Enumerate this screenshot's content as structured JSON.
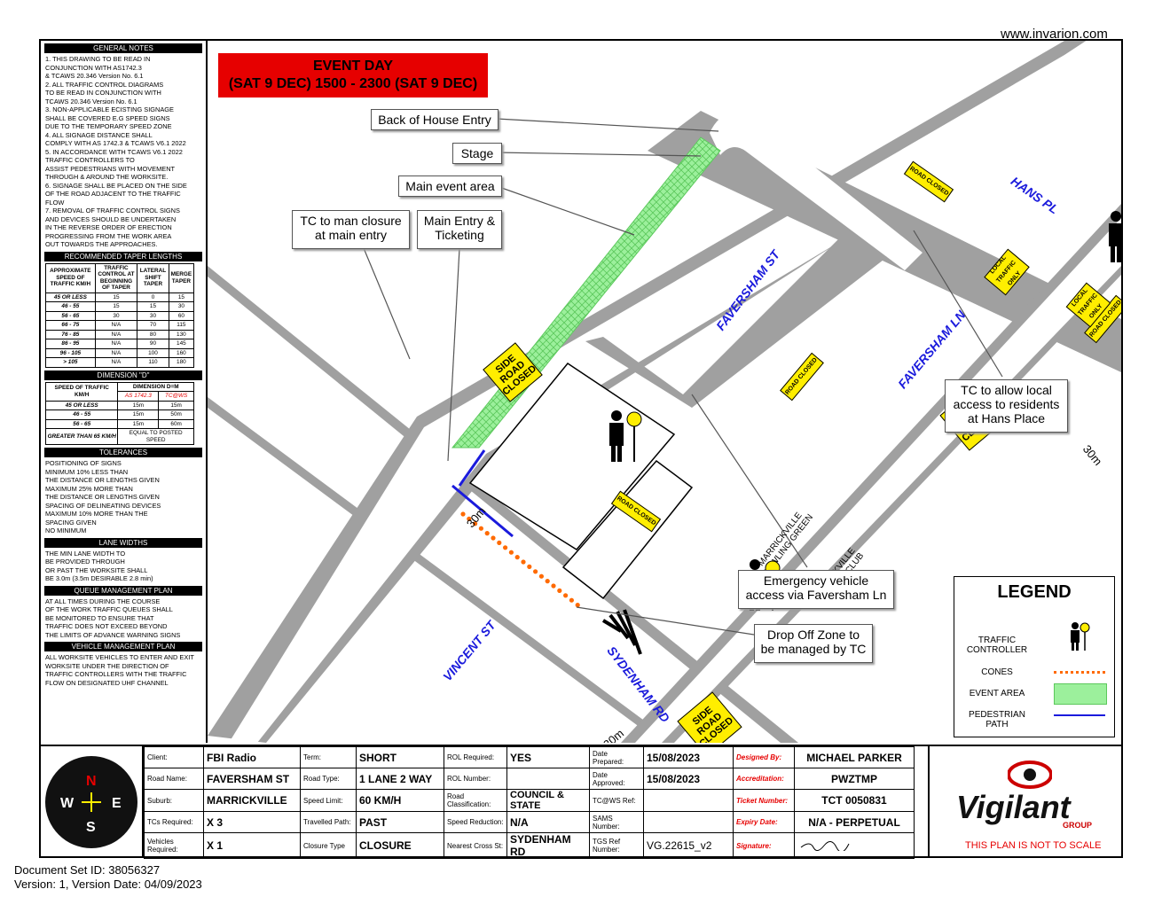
{
  "watermark": "www.invarion.com",
  "doc": {
    "set_id": "Document Set ID: 38056327",
    "version": "Version: 1, Version Date: 04/09/2023"
  },
  "event_banner": {
    "line1": "EVENT DAY",
    "line2": "(SAT 9 DEC) 1500 - 2300 (SAT 9 DEC)"
  },
  "general_notes": {
    "title": "GENERAL NOTES",
    "text": "1. THIS DRAWING TO BE READ IN\nCONJUNCTION WITH AS1742.3\n& TCAWS 20.346 Version No. 6.1\n2. ALL TRAFFIC CONTROL DIAGRAMS\nTO BE READ IN CONJUNCTION WITH\nTCAWS 20.346 Version No. 6.1\n3. NON-APPLICABLE ECISTING SIGNAGE\nSHALL BE COVERED E.G SPEED SIGNS\nDUE TO THE TEMPORARY SPEED ZONE\n4. ALL SIGNAGE DISTANCE SHALL\nCOMPLY WITH AS 1742.3 & TCAWS V6.1 2022\n5. IN ACCORDANCE WITH TCAWS V6.1 2022\nTRAFFIC CONTROLLERS TO\nASSIST PEDESTRIANS WITH MOVEMENT\nTHROUGH & AROUND THE WORKSITE.\n6. SIGNAGE SHALL BE PLACED ON THE SIDE\nOF THE ROAD ADJACENT TO THE TRAFFIC\nFLOW\n7. REMOVAL OF TRAFFIC CONTROL SIGNS\nAND DEVICES SHOULD BE UNDERTAKEN\nIN THE REVERSE ORDER OF ERECTION\nPROGRESSING FROM THE WORK AREA\nOUT TOWARDS THE APPROACHES."
  },
  "taper": {
    "title": "RECOMMENDED TAPER LENGTHS",
    "headers": [
      "APPROXIMATE SPEED OF TRAFFIC KM/H",
      "TRAFFIC CONTROL AT BEGINNING OF TAPER",
      "LATERAL SHIFT TAPER",
      "MERGE TAPER"
    ],
    "rows": [
      [
        "45 OR LESS",
        "15",
        "0",
        "15"
      ],
      [
        "46 - 55",
        "15",
        "15",
        "30"
      ],
      [
        "56 - 65",
        "30",
        "30",
        "60"
      ],
      [
        "66 - 75",
        "N/A",
        "70",
        "115"
      ],
      [
        "76 - 85",
        "N/A",
        "80",
        "130"
      ],
      [
        "86 - 95",
        "N/A",
        "90",
        "145"
      ],
      [
        "96 - 105",
        "N/A",
        "100",
        "160"
      ],
      [
        "> 105",
        "N/A",
        "110",
        "180"
      ]
    ]
  },
  "dimension_d": {
    "title": "DIMENSION \"D\"",
    "h1": "SPEED OF TRAFFIC KM/H",
    "h2": "DIMENSION D=M",
    "h3": "AS 1742.3",
    "h4": "TC@WS",
    "rows": [
      [
        "45 OR LESS",
        "15m",
        "15m"
      ],
      [
        "46 - 55",
        "15m",
        "50m"
      ],
      [
        "56 - 65",
        "15m",
        "60m"
      ]
    ],
    "last_label": "GREATER THAN 65 KM/H",
    "last_value": "EQUAL TO POSTED SPEED"
  },
  "tolerances": {
    "title": "TOLERANCES",
    "text": "POSITIONING OF SIGNS\nMINIMUM 10% LESS THAN\nTHE DISTANCE OR LENGTHS GIVEN\nMAXIMUM 25% MORE THAN\nTHE DISTANCE OR LENGTHS GIVEN\nSPACING OF DELINEATING DEVICES\nMAXIMUM 10% MORE THAN THE\nSPACING GIVEN\nNO MINIMUM"
  },
  "lane_widths": {
    "title": "LANE WIDTHS",
    "text": "THE MIN LANE WIDTH TO\nBE PROVIDED THROUGH\nOR PAST THE WORKSITE SHALL\nBE 3.0m (3.5m DESIRABLE 2.8 min)"
  },
  "queue": {
    "title": "QUEUE MANAGEMENT PLAN",
    "text": "AT ALL TIMES DURING THE COURSE\nOF THE WORK TRAFFIC QUEUES SHALL\nBE MONITORED TO ENSURE THAT\nTRAFFIC DOES NOT EXCEED BEYOND\nTHE LIMITS OF ADVANCE WARNING SIGNS"
  },
  "vehicle": {
    "title": "VEHICLE MANAGEMENT PLAN",
    "text": "ALL WORKSITE VEHICLES TO ENTER AND EXIT\nWORKSITE UNDER THE DIRECTION OF\nTRAFFIC CONTROLLERS WITH THE TRAFFIC\nFLOW ON DESIGNATED UHF CHANNEL"
  },
  "callouts": {
    "back_of_house": "Back of House Entry",
    "stage": "Stage",
    "main_event": "Main event area",
    "tc_main": "TC to man closure at main entry",
    "main_entry": "Main Entry & Ticketing",
    "tc_local": "TC to allow local access to residents at Hans Place",
    "emergency": "Emergency vehicle access via Faversham Ln",
    "drop_off": "Drop Off Zone to be managed by TC"
  },
  "streets": {
    "faversham_st": "FAVERSHAM ST",
    "faversham_ln": "FAVERSHAM LN",
    "hans_pl": "HANS PL",
    "vincent_st": "VINCENT ST",
    "sydenham_rd": "SYDENHAM RD"
  },
  "buildings": {
    "green": "MARRICKVILLE BOWLING GREEN",
    "club": "MARRICKVILLE BOWLING CLUB"
  },
  "signs": {
    "side_road_closed": "SIDE ROAD CLOSED",
    "road_closed": "ROAD CLOSED",
    "local_traffic_only": "LOCAL TRAFFIC ONLY"
  },
  "distance": "30m",
  "legend": {
    "title": "LEGEND",
    "tc": "TRAFFIC CONTROLLER",
    "cones": "CONES",
    "event_area": "EVENT AREA",
    "ped": "PEDESTRIAN PATH",
    "colors": {
      "event": "#9cf09c",
      "cones": "#ff6a00",
      "ped": "#1a1adc"
    }
  },
  "compass": {
    "n": "N",
    "e": "E",
    "s": "S",
    "w": "W"
  },
  "info": {
    "client_l": "Client:",
    "client_v": "FBI Radio",
    "term_l": "Term:",
    "term_v": "SHORT",
    "rol_req_l": "ROL Required:",
    "rol_req_v": "YES",
    "date_prep_l": "Date Prepared:",
    "date_prep_v": "15/08/2023",
    "designed_l": "Designed By:",
    "designed_v": "MICHAEL PARKER",
    "road_name_l": "Road Name:",
    "road_name_v": "FAVERSHAM ST",
    "road_type_l": "Road Type:",
    "road_type_v": "1 LANE 2 WAY",
    "rol_num_l": "ROL Number:",
    "rol_num_v": "",
    "date_app_l": "Date Approved:",
    "date_app_v": "15/08/2023",
    "accred_l": "Accreditation:",
    "accred_v": "PWZTMP",
    "suburb_l": "Suburb:",
    "suburb_v": "MARRICKVILLE",
    "speed_l": "Speed Limit:",
    "speed_v": "60 KM/H",
    "road_class_l": "Road Classification:",
    "road_class_v": "COUNCIL & STATE",
    "tcws_l": "TC@WS Ref:",
    "tcws_v": "",
    "ticket_l": "Ticket Number:",
    "ticket_v": "TCT 0050831",
    "tcs_l": "TCs Required:",
    "tcs_v": "X 3",
    "travelled_l": "Travelled Path:",
    "travelled_v": "PAST",
    "speed_red_l": "Speed Reduction:",
    "speed_red_v": "N/A",
    "sams_l": "SAMS Number:",
    "sams_v": "",
    "expiry_l": "Expiry Date:",
    "expiry_v": "N/A - PERPETUAL",
    "vehicles_l": "Vehicles Required:",
    "vehicles_v": "X 1",
    "closure_l": "Closure Type",
    "closure_v": "CLOSURE",
    "nearest_l": "Nearest Cross St:",
    "nearest_v": "SYDENHAM RD",
    "tgs_l": "TGS Ref Number:",
    "tgs_v": "VG.22615_v2",
    "sig_l": "Signature:"
  },
  "brand": {
    "name": "Vigilant",
    "sub": "GROUP",
    "note": "THIS PLAN IS NOT TO SCALE"
  }
}
